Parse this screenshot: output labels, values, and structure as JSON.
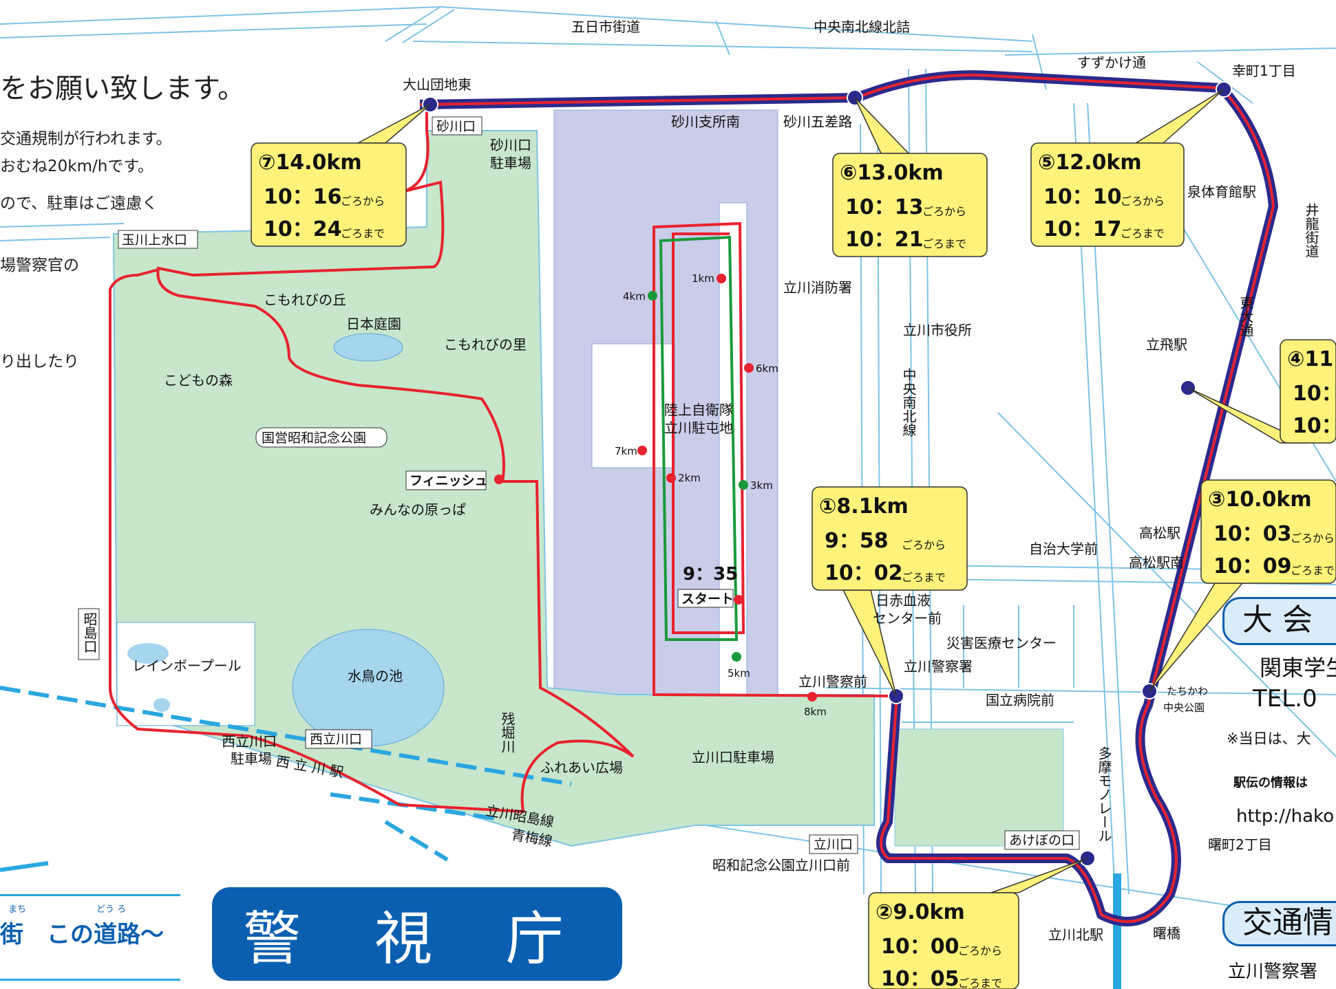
{
  "heading": {
    "text": "をお願い致します。",
    "color": "#e60012"
  },
  "notice_lines": [
    "交通規制が行われます。",
    "おむね20km/hです。",
    "ので、駐車はご遠慮く",
    "",
    "場警察官の",
    "",
    "り出したり"
  ],
  "colors": {
    "route_red": "#e8222e",
    "route_blue": "#2a2a8c",
    "loop_green": "#1a9a3a",
    "park_green": "#c8e6cc",
    "base_gray": "#c9cde8",
    "road_blue": "#6fb8e0",
    "callout_yellow": "#fff27a",
    "police_blue": "#0a5fb0"
  },
  "streets": {
    "itsukaichi": "五日市街道",
    "chuonanboku_kitazume": "中央南北線北詰",
    "suzukake": "すずかけ通",
    "saiwaicho": "幸町1丁目",
    "oyama_danchi_higashi": "大山団地東",
    "sunagawa_shishominami": "砂川支所南",
    "sunagawa_gosaro": "砂川五差路",
    "izumi_taiikukan": "泉体育館駅",
    "itsukaichi_side": "井龍街道",
    "higashi_odori": "東大通",
    "tachihi_eki": "立飛駅",
    "takamatsu_eki": "高松駅",
    "takamatsu_ekiminami": "高松駅南",
    "jichi_daigakumae": "自治大学前",
    "tachikawa_chuokoen_1": "たちかわ",
    "tachikawa_chuokoen_2": "中央公園",
    "akebonocho": "曙町2丁目",
    "akebonobashi": "曙橋",
    "tachikawa_kitaeki": "立川北駅",
    "chuonanboku_vertical": "中央南北線",
    "tama_monorail": "多摩モノレール",
    "nissekiketsueki_1": "日赤血液",
    "nissekiketsueki_2": "センター前",
    "saigai_iryo": "災害医療センター",
    "tachikawa_keisatsusho": "立川警察署",
    "tachikawa_keisatsusho_mae": "立川警察前",
    "kokuritsu_byoin": "国立病院前",
    "tachikawa_shobosho": "立川消防署",
    "tachikawa_shiyakusho": "立川市役所",
    "jieitai_1": "陸上自衛隊",
    "jieitai_2": "立川駐屯地",
    "showa_kinen_tachikawaguchi": "昭和記念公園立川口前",
    "tachikawa_showa_sen": "立川昭島線",
    "ome_sen": "青梅線",
    "nishitachikawa_eki": "西 立 川 駅",
    "zanboribori": "残堀川"
  },
  "park": {
    "sunagawaguchi": "砂川口",
    "sunagawaguchi_parking_1": "砂川口",
    "sunagawaguchi_parking_2": "駐車場",
    "tamagawa_josuiguchi": "玉川上水口",
    "komorebi_oka": "こもれびの丘",
    "nihon_teien": "日本庭園",
    "komorebi_sato": "こもれびの里",
    "kodomo_mori": "こどもの森",
    "kokuei_showa": "国営昭和記念公園",
    "finish": "フィニッシュ",
    "minnano_harappa": "みんなの原っぱ",
    "showa_guchi": "昭島口",
    "rainbow_pool": "レインボープール",
    "mizutori_ike": "水鳥の池",
    "nishitachikawa_parking_1": "西立川口",
    "nishitachikawa_parking_2": "駐車場",
    "nishitachikawaguchi": "西立川口",
    "fureai_hiroba": "ふれあい広場",
    "tachikawaguchi_parking": "立川口駐車場",
    "tachikawaguchi": "立川口",
    "akebonoguchi": "あけぼの口"
  },
  "loop": {
    "start_time": "9：35",
    "start_label": "スタート",
    "km_markers": [
      "1km",
      "2km",
      "3km",
      "4km",
      "5km",
      "6km",
      "7km",
      "8km"
    ]
  },
  "checkpoints": [
    {
      "id": "1",
      "dist": "①8.1km",
      "from": "9：58",
      "to": "10：02",
      "from_suffix": "ごろから",
      "to_suffix": "ごろまで"
    },
    {
      "id": "2",
      "dist": "②9.0km",
      "from": "10：00",
      "to": "10：05",
      "from_suffix": "ごろから",
      "to_suffix": "ごろまで"
    },
    {
      "id": "3",
      "dist": "③10.0km",
      "from": "10：03",
      "to": "10：09",
      "from_suffix": "ごろから",
      "to_suffix": "ごろまで"
    },
    {
      "id": "4",
      "dist": "④11",
      "from": "10：",
      "to": "10："
    },
    {
      "id": "5",
      "dist": "⑤12.0km",
      "from": "10：10",
      "to": "10：17",
      "from_suffix": "ごろから",
      "to_suffix": "ごろまで"
    },
    {
      "id": "6",
      "dist": "⑥13.0km",
      "from": "10：13",
      "to": "10：21",
      "from_suffix": "ごろから",
      "to_suffix": "ごろまで"
    },
    {
      "id": "7",
      "dist": "⑦14.0km",
      "from": "10：16",
      "to": "10：24",
      "from_suffix": "ごろから",
      "to_suffix": "ごろまで"
    }
  ],
  "right_panel": {
    "taikai_pill": "大 会",
    "org_name": "関東学生",
    "tel": "TEL.0",
    "note": "※当日は、大",
    "ekiden_info": "駅伝の情報は",
    "url": "http://hako",
    "kotsu_pill": "交通情",
    "tachikawa_keisatsu": "立川警察署"
  },
  "footer": {
    "police": "警 視 庁",
    "slogan_ruby_1": "まち",
    "slogan_ruby_2": "どう ろ",
    "slogan": "街　この道路～"
  }
}
